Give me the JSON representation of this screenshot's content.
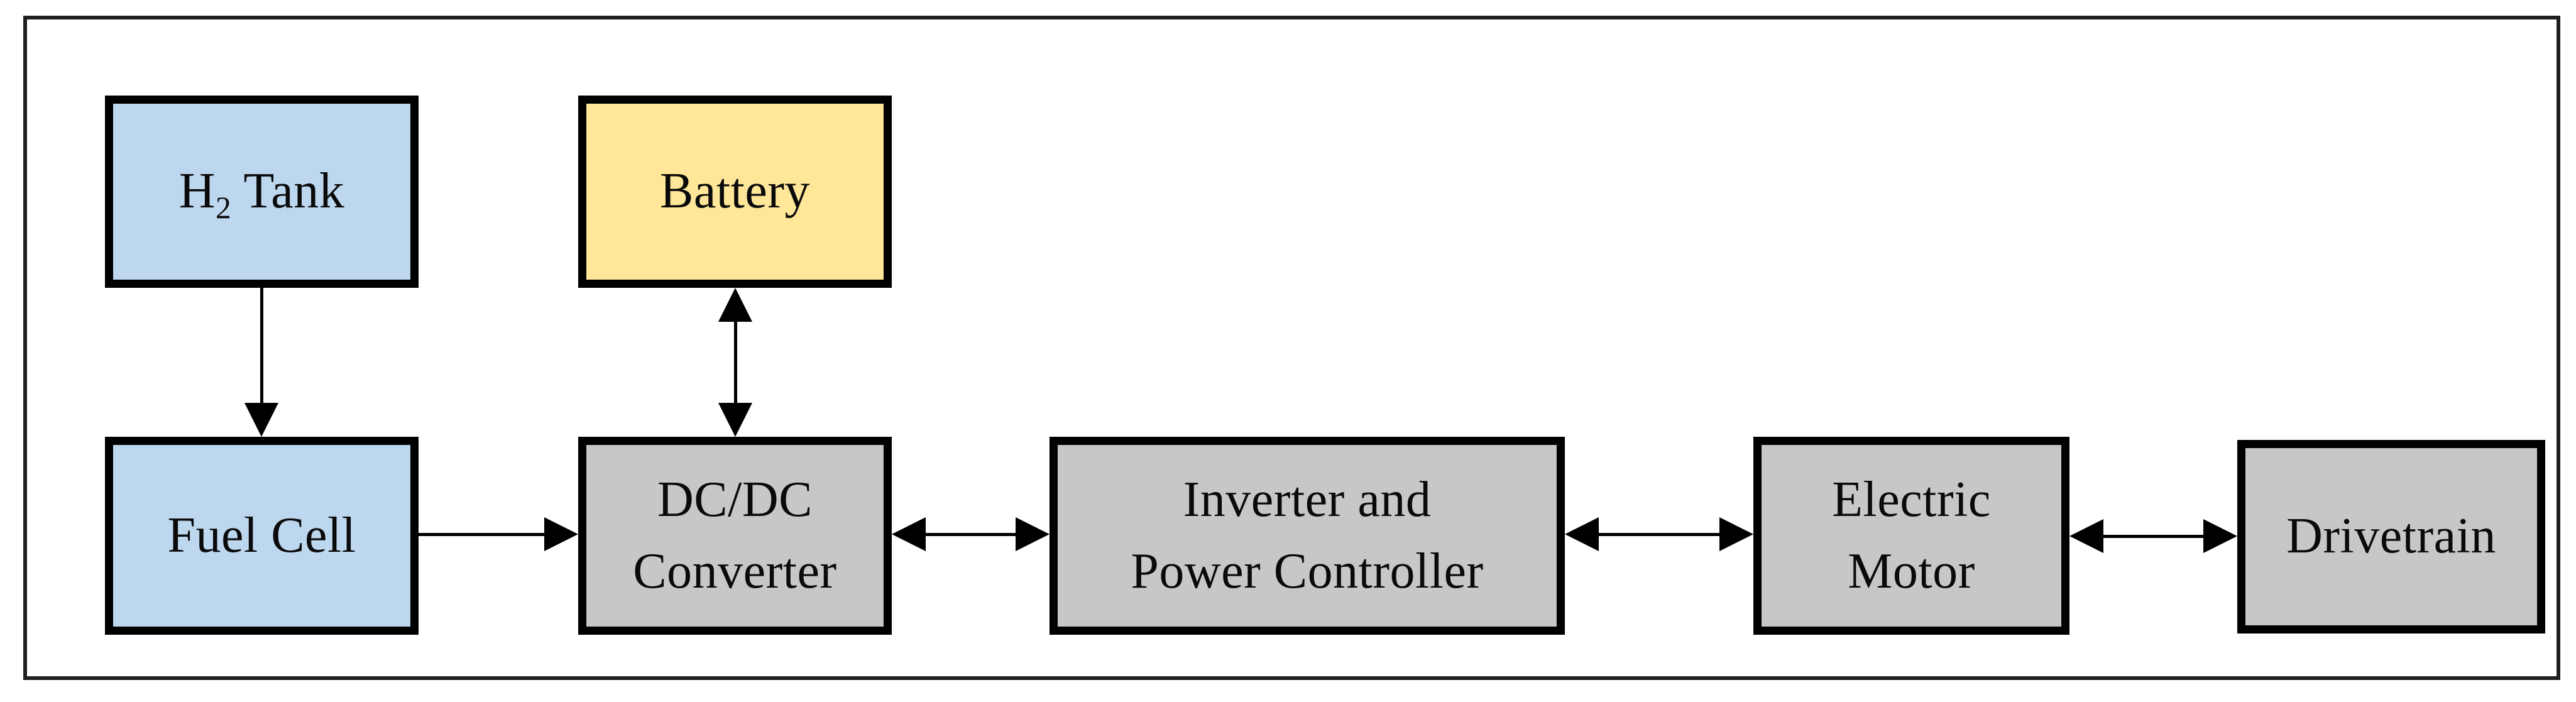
{
  "figure": {
    "type": "block-diagram",
    "description": "Fuel cell electric vehicle powertrain block diagram",
    "background": "#FFFFFF",
    "frame_border_color": "#1F1F1F",
    "box_border_color": "#000000",
    "arrow_color": "#000000",
    "boxes": {
      "h2_tank": {
        "label_h": "H",
        "label_sub": "2",
        "label_rest": "Tank",
        "fill": "#BDD7EE"
      },
      "battery": {
        "label": "Battery",
        "fill": "#FFE699"
      },
      "fuel_cell": {
        "label": "Fuel Cell",
        "fill": "#BDD7EE"
      },
      "dcdc_converter": {
        "line1": "DC/DC",
        "line2": "Converter",
        "fill": "#C7C7C7"
      },
      "inverter": {
        "line1": "Inverter and",
        "line2": "Power Controller",
        "fill": "#C7C7C7"
      },
      "electric_motor": {
        "line1": "Electric",
        "line2": "Motor",
        "fill": "#C7C7C7"
      },
      "drivetrain": {
        "label": "Drivetrain",
        "fill": "#C7C7C7"
      }
    },
    "connections": [
      {
        "from": "H2 Tank",
        "to": "Fuel Cell",
        "type": "one-way"
      },
      {
        "from": "Battery",
        "to": "DC/DC Converter",
        "type": "two-way"
      },
      {
        "from": "Fuel Cell",
        "to": "DC/DC Converter",
        "type": "one-way"
      },
      {
        "from": "DC/DC Converter",
        "to": "Inverter and Power Controller",
        "type": "two-way"
      },
      {
        "from": "Inverter and Power Controller",
        "to": "Electric Motor",
        "type": "two-way"
      },
      {
        "from": "Electric Motor",
        "to": "Drivetrain",
        "type": "two-way"
      }
    ]
  }
}
